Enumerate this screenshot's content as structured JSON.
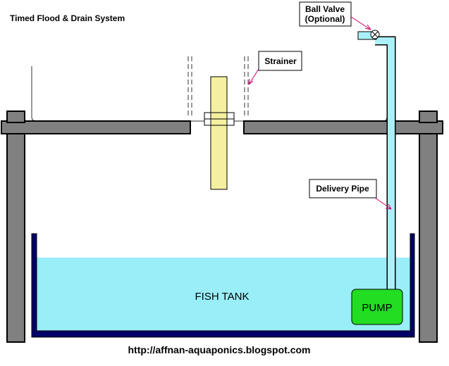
{
  "diagram": {
    "title": "Timed Flood & Drain System",
    "labels": {
      "ball_valve_line1": "Ball Valve",
      "ball_valve_line2": "(Optional)",
      "strainer": "Strainer",
      "delivery_pipe": "Delivery Pipe",
      "fish_tank": "FISH TANK",
      "pump": "PUMP"
    },
    "footer_url": "http://affnan-aquaponics.blogspot.com",
    "colors": {
      "water": "#99eef8",
      "fish_tank_walls": "#000066",
      "stand": "#808080",
      "siphon": "#f5f0a0",
      "pipe": "#aaf0f8",
      "pump": "#22dd22",
      "callout_arrow": "#cc0066"
    }
  }
}
